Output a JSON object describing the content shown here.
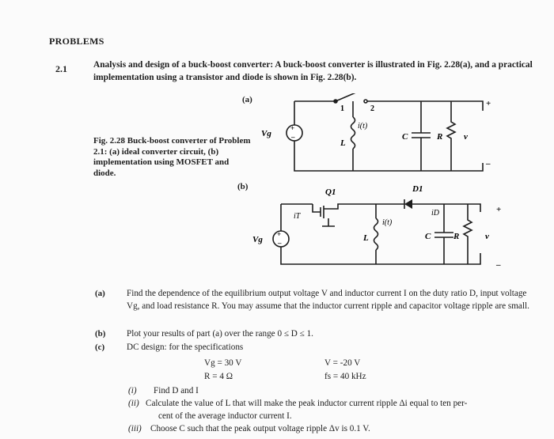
{
  "page": {
    "heading": "PROBLEMS",
    "problem_number": "2.1",
    "statement": "Analysis and design of a buck-boost converter: A buck-boost converter is illustrated in Fig. 2.28(a), and a practical implementation using a transistor and diode is shown in Fig. 2.28(b).",
    "caption": "Fig. 2.28  Buck-boost converter of Problem 2.1: (a) ideal converter circuit, (b) implementation using MOSFET and diode.",
    "circuit_a": {
      "label": "(a)",
      "switch_pos_1": "1",
      "switch_pos_2": "2",
      "source": "Vg",
      "inductor": "L",
      "current": "i(t)",
      "capacitor": "C",
      "resistor": "R",
      "output": "v",
      "plus": "+",
      "minus": "–"
    },
    "circuit_b": {
      "label": "(b)",
      "transistor": "Q1",
      "diode": "D1",
      "transistor_current": "iT",
      "diode_current": "iD",
      "current": "i(t)",
      "source": "Vg",
      "inductor": "L",
      "capacitor": "C",
      "resistor": "R",
      "output": "v",
      "plus": "+",
      "minus": "–"
    },
    "parts": [
      {
        "tag": "(a)",
        "text": "Find the dependence of the equilibrium output voltage V and inductor current I on the duty ratio D, input voltage Vg, and load resistance R. You may assume that the inductor current ripple and capacitor voltage ripple are small."
      },
      {
        "tag": "(b)",
        "text": "Plot your results of part (a) over the range 0 ≤ D ≤ 1."
      },
      {
        "tag": "(c)",
        "text": "DC design: for the specifications"
      }
    ],
    "specs": {
      "vg": "Vg = 30 V",
      "v": "V = -20 V",
      "r": "R = 4 Ω",
      "fs": "fs = 40 kHz"
    },
    "subparts": [
      {
        "tag": "(i)",
        "text": "Find D and I"
      },
      {
        "tag": "(ii)",
        "text": "Calculate the value of L that will make the peak inductor current ripple Δi equal to ten per-"
      },
      {
        "tag": "",
        "text": "cent of the average inductor current I."
      },
      {
        "tag": "(iii)",
        "text": "Choose C such that the peak output voltage ripple Δv is 0.1 V."
      }
    ]
  }
}
